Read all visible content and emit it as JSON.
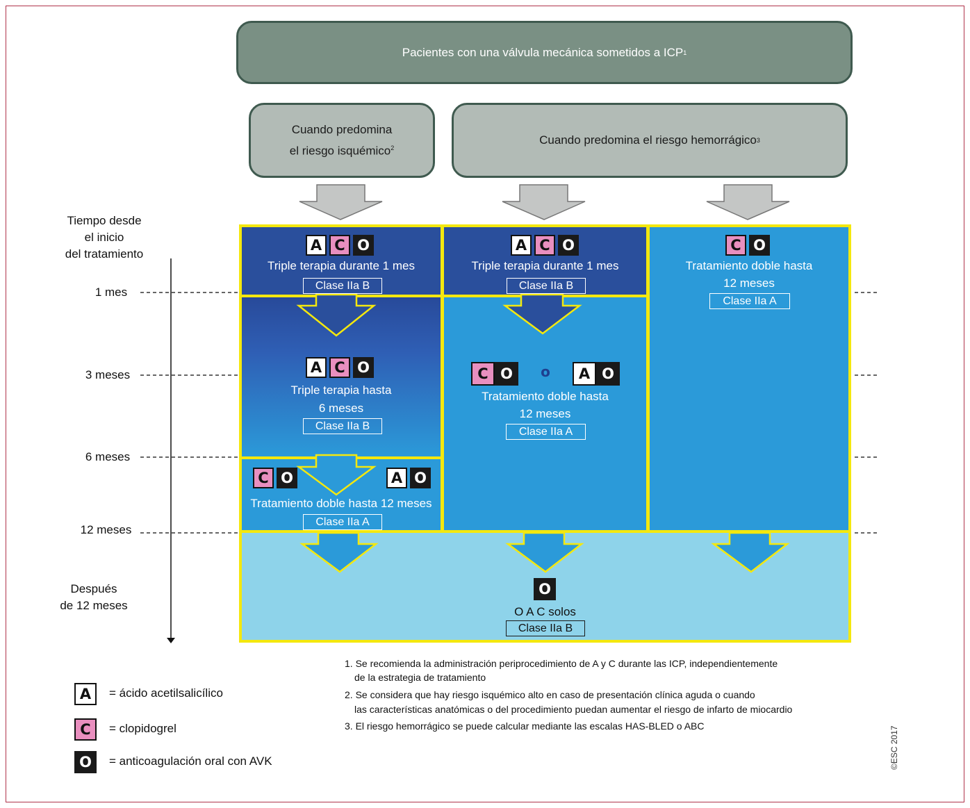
{
  "header": {
    "title": "Pacientes con una válvula mecánica sometidos a ICP",
    "title_sup": "1"
  },
  "branches": {
    "ischemic": {
      "label_line1": "Cuando predomina",
      "label_line2": "el riesgo isquémico",
      "sup": "2"
    },
    "bleeding": {
      "label": "Cuando predomina el riesgo hemorrágico",
      "sup": "3"
    }
  },
  "timeline": {
    "title_lines": [
      "Tiempo desde",
      "el inicio",
      "del tratamiento"
    ],
    "ticks": [
      "1 mes",
      "3 meses",
      "6 meses",
      "12 meses"
    ],
    "after_lines": [
      "Después",
      "de 12 meses"
    ]
  },
  "col1": {
    "box1": {
      "icons": [
        "A",
        "C",
        "O"
      ],
      "text": "Triple terapia durante 1 mes",
      "class": "Clase IIa B"
    },
    "box2": {
      "icons": [
        "A",
        "C",
        "O"
      ],
      "line1": "Triple terapia hasta",
      "line2": "6 meses",
      "class": "Clase IIa B"
    },
    "box3": {
      "icons_left": [
        "C",
        "O"
      ],
      "icons_right": [
        "A",
        "O"
      ],
      "text": "Tratamiento doble hasta 12 meses",
      "class": "Clase IIa A"
    }
  },
  "col2": {
    "box1": {
      "icons": [
        "A",
        "C",
        "O"
      ],
      "text": "Triple terapia durante 1 mes",
      "class": "Clase IIa B"
    },
    "box2": {
      "icons_left": [
        "C",
        "O"
      ],
      "or_label": "o",
      "icons_right": [
        "A",
        "O"
      ],
      "line1": "Tratamiento doble hasta",
      "line2": "12 meses",
      "class": "Clase IIa A"
    }
  },
  "col3": {
    "box1": {
      "icons": [
        "C",
        "O"
      ],
      "line1": "Tratamiento doble hasta",
      "line2": "12 meses",
      "class": "Clase IIa A"
    }
  },
  "bottom": {
    "icon": "O",
    "text": "O A C solos",
    "class": "Clase IIa B"
  },
  "legend": [
    {
      "icon": "A",
      "text": "= ácido acetilsalicílico"
    },
    {
      "icon": "C",
      "text": "= clopidogrel"
    },
    {
      "icon": "O",
      "text": "= anticoagulación oral con AVK"
    }
  ],
  "notes": [
    "1. Se recomienda la administración periprocedimiento de A y C durante las ICP, independientemente",
    "de la estrategia de tratamiento",
    "2. Se considera que hay riesgo isquémico alto en caso de presentación clínica aguda o cuando",
    "las características anatómicas o del procedimiento puedan aumentar el riesgo de infarto de miocardio",
    "3. El riesgo hemorrágico se puede calcular mediante las escalas HAS-BLED o ABC"
  ],
  "copyright": "©ESC 2017",
  "colors": {
    "dark_blue": "#2a4f9c",
    "mid_blue": "#2b9ad9",
    "light_blue": "#8ed3ea",
    "yellow": "#f4e80e"
  }
}
